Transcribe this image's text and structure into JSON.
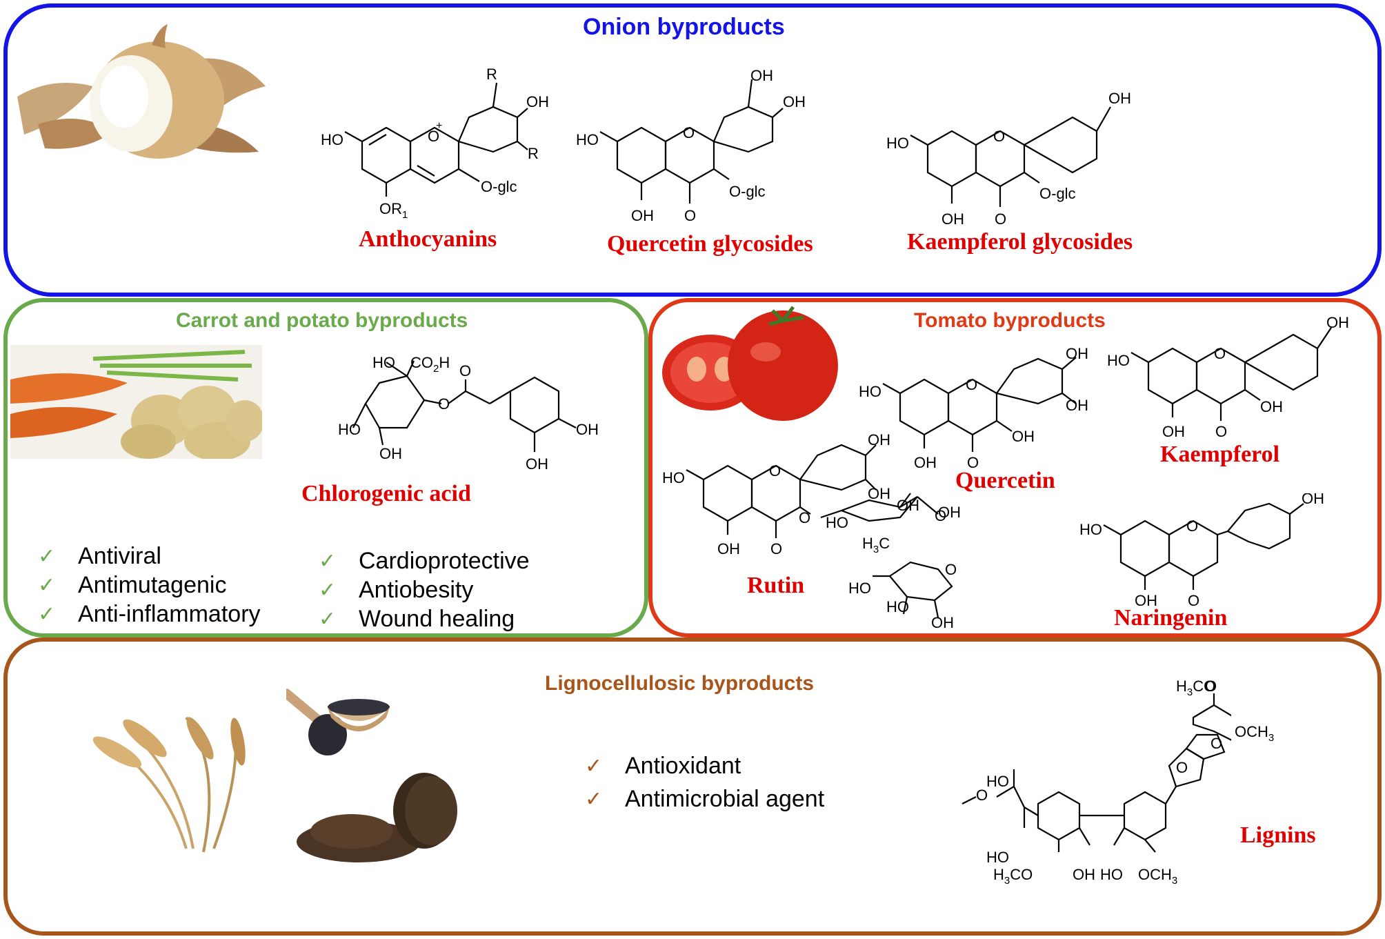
{
  "onion": {
    "title": "Onion byproducts",
    "compounds": [
      "Anthocyanins",
      "Quercetin  glycosides",
      "Kaempferol glycosides"
    ]
  },
  "carrot": {
    "title": "Carrot and potato byproducts",
    "compound": "Chlorogenic acid",
    "benefits_left": [
      "Antiviral",
      "Antimutagenic",
      "Anti-inflammatory"
    ],
    "benefits_right": [
      "Cardioprotective",
      "Antiobesity",
      "Wound healing"
    ],
    "check": "✓"
  },
  "tomato": {
    "title": "Tomato byproducts",
    "compounds": [
      "Quercetin",
      "Kaempferol",
      "Rutin",
      "Naringenin"
    ]
  },
  "ligno": {
    "title": "Lignocellulosic byproducts",
    "benefits": [
      "Antioxidant",
      "Antimicrobial agent"
    ],
    "compound": "Lignins",
    "check": "✓"
  },
  "chem_labels": {
    "oh": "OH",
    "ho": "HO",
    "o": "O",
    "r": "R",
    "oglc": "O-glc",
    "or1": "OR",
    "or1_sub": "1",
    "plus": "+",
    "co2h": "CO",
    "co2h_sub": "2",
    "co2h_tail": "H",
    "h3co": "H",
    "h3co_sub": "3",
    "h3co_tail": "CO",
    "och3": "OCH",
    "och3_sub": "3",
    "h3c": "H",
    "h3c_sub": "3",
    "h3c_tail": "C"
  },
  "colors": {
    "onion": "#1414e6",
    "carrot": "#6aaa4c",
    "tomato": "#de3a17",
    "ligno": "#a8551c",
    "compound": "#e00000"
  }
}
